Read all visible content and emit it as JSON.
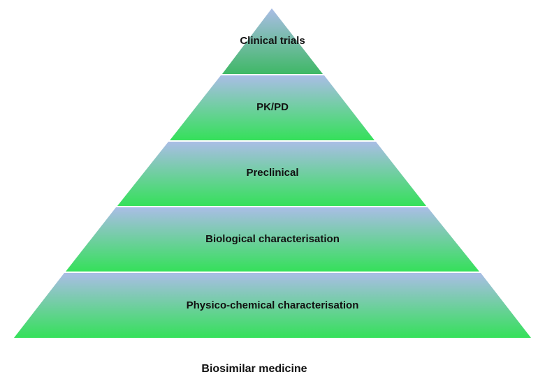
{
  "diagram": {
    "tiers": [
      {
        "label": "Clinical trials"
      },
      {
        "label": "PK/PD"
      },
      {
        "label": "Preclinical"
      },
      {
        "label": "Biological characterisation"
      },
      {
        "label": "Physico-chemical characterisation"
      }
    ],
    "caption": "Biosimilar medicine",
    "colors": {
      "tier_top": "#aabde6",
      "tier_bottom": "#35e05a",
      "tier_bottom_apex": "#3fb866",
      "separator": "#ffffff"
    }
  }
}
